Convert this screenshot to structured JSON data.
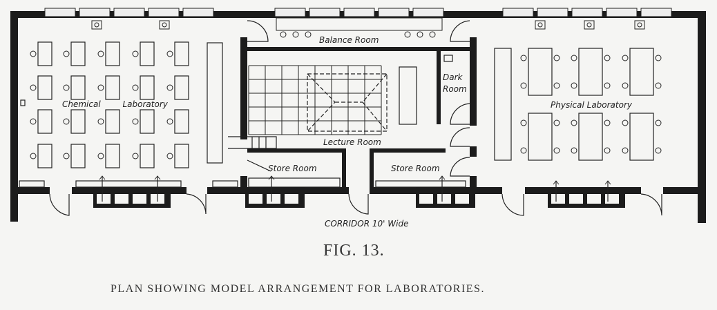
{
  "plan": {
    "rooms": {
      "balance_room": "Balance Room",
      "chemical_lab": "Chemical Laboratory",
      "dark_room_1": "Dark",
      "dark_room_2": "Room",
      "physical_lab": "Physical Laboratory",
      "lecture_room": "Lecture Room",
      "store_room_left": "Store Room",
      "store_room_right": "Store Room",
      "corridor": "CORRIDOR 10' Wide"
    },
    "figure_label": "FIG. 13.",
    "caption": "PLAN SHOWING MODEL ARRANGEMENT FOR LABORATORIES."
  }
}
